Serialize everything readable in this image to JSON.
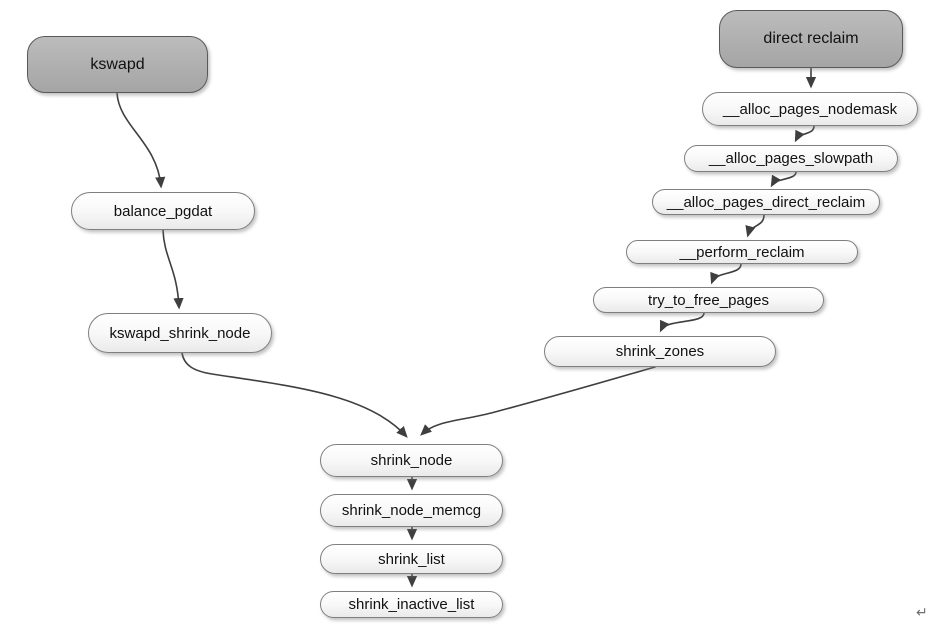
{
  "diagram": {
    "kind": "flowchart",
    "background": "#ffffff"
  },
  "nodes": {
    "kswapd": {
      "label": "kswapd",
      "style": "entry"
    },
    "balance_pgdat": {
      "label": "balance_pgdat",
      "style": "call"
    },
    "kswapd_shrink_node": {
      "label": "kswapd_shrink_node",
      "style": "call"
    },
    "direct_reclaim": {
      "label": "direct reclaim",
      "style": "entry"
    },
    "alloc_pages_nodemask": {
      "label": "__alloc_pages_nodemask",
      "style": "call"
    },
    "alloc_pages_slowpath": {
      "label": "__alloc_pages_slowpath",
      "style": "call"
    },
    "alloc_pages_direct_reclaim": {
      "label": "__alloc_pages_direct_reclaim",
      "style": "call"
    },
    "perform_reclaim": {
      "label": "__perform_reclaim",
      "style": "call"
    },
    "try_to_free_pages": {
      "label": "try_to_free_pages",
      "style": "call"
    },
    "shrink_zones": {
      "label": "shrink_zones",
      "style": "call"
    },
    "shrink_node": {
      "label": "shrink_node",
      "style": "call"
    },
    "shrink_node_memcg": {
      "label": "shrink_node_memcg",
      "style": "call"
    },
    "shrink_list": {
      "label": "shrink_list",
      "style": "call"
    },
    "shrink_inactive_list": {
      "label": "shrink_inactive_list",
      "style": "call"
    }
  },
  "edges": [
    {
      "from": "kswapd",
      "to": "balance_pgdat"
    },
    {
      "from": "balance_pgdat",
      "to": "kswapd_shrink_node"
    },
    {
      "from": "kswapd_shrink_node",
      "to": "shrink_node"
    },
    {
      "from": "direct reclaim",
      "to": "__alloc_pages_nodemask"
    },
    {
      "from": "__alloc_pages_nodemask",
      "to": "__alloc_pages_slowpath"
    },
    {
      "from": "__alloc_pages_slowpath",
      "to": "__alloc_pages_direct_reclaim"
    },
    {
      "from": "__alloc_pages_direct_reclaim",
      "to": "__perform_reclaim"
    },
    {
      "from": "__perform_reclaim",
      "to": "try_to_free_pages"
    },
    {
      "from": "try_to_free_pages",
      "to": "shrink_zones"
    },
    {
      "from": "shrink_zones",
      "to": "shrink_node"
    },
    {
      "from": "shrink_node",
      "to": "shrink_node_memcg"
    },
    {
      "from": "shrink_node_memcg",
      "to": "shrink_list"
    },
    {
      "from": "shrink_list",
      "to": "shrink_inactive_list"
    }
  ],
  "colors": {
    "entry_fill": "#b0b0b0",
    "entry_border": "#595959",
    "node_fill_top": "#ffffff",
    "node_fill_bottom": "#eaeaea",
    "node_border": "#7f7f7f",
    "arrow": "#3f3f3f",
    "text": "#111111"
  },
  "marks": {
    "paragraph_return": "↵"
  }
}
